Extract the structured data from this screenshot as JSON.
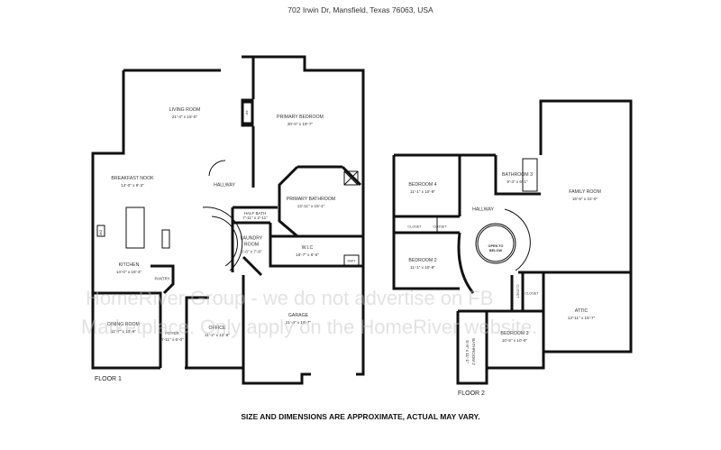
{
  "header": {
    "address": "702 Irwin Dr, Mansfield, Texas 76063, USA"
  },
  "footer": {
    "disclaimer": "SIZE AND DIMENSIONS ARE APPROXIMATE, ACTUAL MAY VARY."
  },
  "watermark": {
    "line1": "HomeRiver Group - we do not advertise on FB",
    "line2": "Marketplace. Only apply on the HomeRiver website."
  },
  "floor1": {
    "label": "FLOOR 1",
    "rooms": [
      {
        "name": "LIVING ROOM",
        "dims": "21'-4\" x 15'-0\""
      },
      {
        "name": "PRIMARY BEDROOM",
        "dims": "20'-0\" x 19'-7\""
      },
      {
        "name": "BREAKFAST NOOK",
        "dims": "14'-0\" x 9'-3\""
      },
      {
        "name": "HALLWAY",
        "dims": ""
      },
      {
        "name": "PRIMARY BATHROOM",
        "dims": "12'-11\" x 15'-1\""
      },
      {
        "name": "HALF BATH",
        "dims": "7'-11\" x 2'-11\""
      },
      {
        "name": "LAUNDRY ROOM",
        "dims": "6'-6\" x 7'-8\""
      },
      {
        "name": "W.I.C",
        "dims": "16'-7\" x 6'-5\""
      },
      {
        "name": "KITCHEN",
        "dims": "14'-0\" x 15'-4\""
      },
      {
        "name": "PANTRY",
        "dims": ""
      },
      {
        "name": "GARAGE",
        "dims": "21'-4\" x 19'-7\""
      },
      {
        "name": "DINING ROOM",
        "dims": "11'-7\" x 13'-6\""
      },
      {
        "name": "FOYER",
        "dims": "4'-11\" x 6'-0\""
      },
      {
        "name": "OFFICE",
        "dims": "11'-2\" x 12'-6\""
      }
    ],
    "fixtures": {
      "fireplace": "FP",
      "dishwasher": "DW",
      "water_heater": "HWT"
    }
  },
  "floor2": {
    "label": "FLOOR 2",
    "rooms": [
      {
        "name": "BEDROOM 4",
        "dims": "11'-1\" x 10'-9\""
      },
      {
        "name": "BATHROOM 3",
        "dims": "9'-3\" x 6'-1\""
      },
      {
        "name": "FAMILY ROOM",
        "dims": "15'-6\" x 31'-0\""
      },
      {
        "name": "HALLWAY",
        "dims": ""
      },
      {
        "name": "CLOSET",
        "dims": ""
      },
      {
        "name": "CLOSET",
        "dims": ""
      },
      {
        "name": "OPEN TO BELOW",
        "dims": ""
      },
      {
        "name": "BEDROOM 2",
        "dims": "11'-1\" x 10'-8\""
      },
      {
        "name": "CLOSET",
        "dims": ""
      },
      {
        "name": "CLOSET",
        "dims": ""
      },
      {
        "name": "ATTIC",
        "dims": "13'-11\" x 15'-7\""
      },
      {
        "name": "BEDROOM 3",
        "dims": "10'-5\" x 10'-9\""
      },
      {
        "name": "BATHROOM 2",
        "dims": "5'-9\" x 11'-1\""
      }
    ]
  }
}
